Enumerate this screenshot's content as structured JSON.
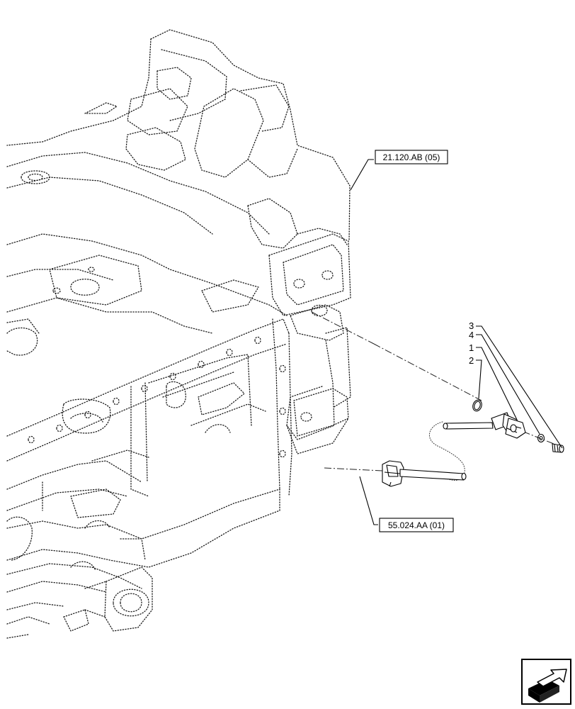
{
  "callouts": {
    "ref_top": "21.120.AB (05)",
    "ref_bottom": "55.024.AA (01)",
    "item_3": "3",
    "item_4": "4",
    "item_1": "1",
    "item_2": "2"
  },
  "icon": "next-page-arrow-icon"
}
